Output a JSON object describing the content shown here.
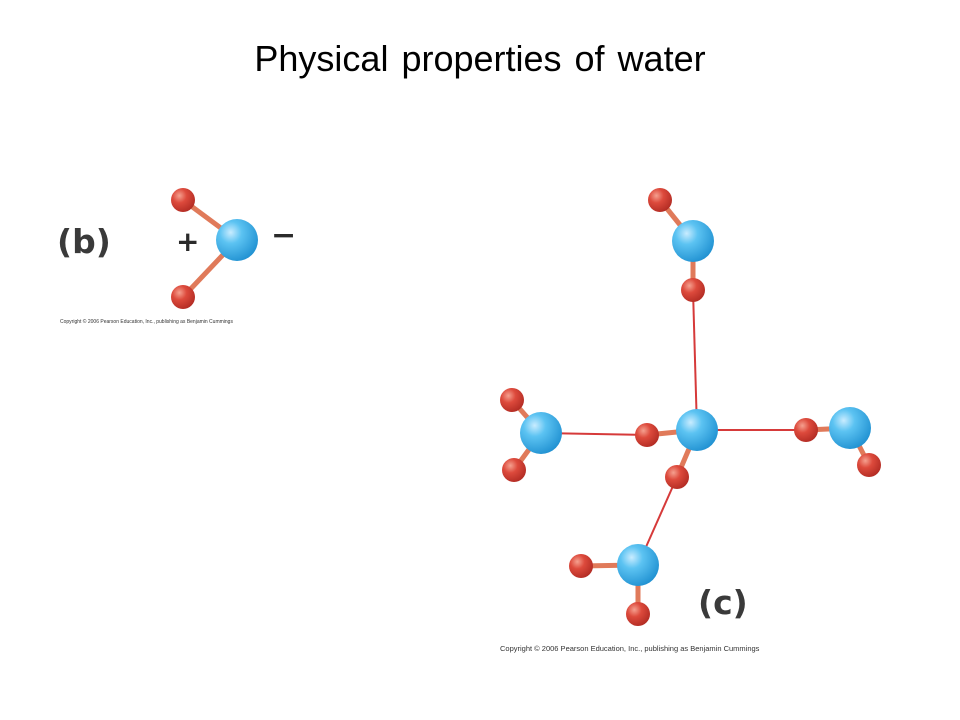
{
  "title": "Physical properties of water",
  "panel_b": {
    "label": "(b)",
    "charge_positive": "+",
    "charge_negative": "−",
    "copyright": "Copyright © 2006 Pearson Education, Inc., publishing as Benjamin Cummings"
  },
  "panel_c": {
    "label": "(c)",
    "copyright": "Copyright © 2006 Pearson Education, Inc., publishing as Benjamin Cummings"
  },
  "colors": {
    "oxygen": "#3fb0ea",
    "hydrogen": "#d9453a",
    "covalent_bond": "#e07a5a",
    "hydrogen_bond": "#d63a3a"
  }
}
